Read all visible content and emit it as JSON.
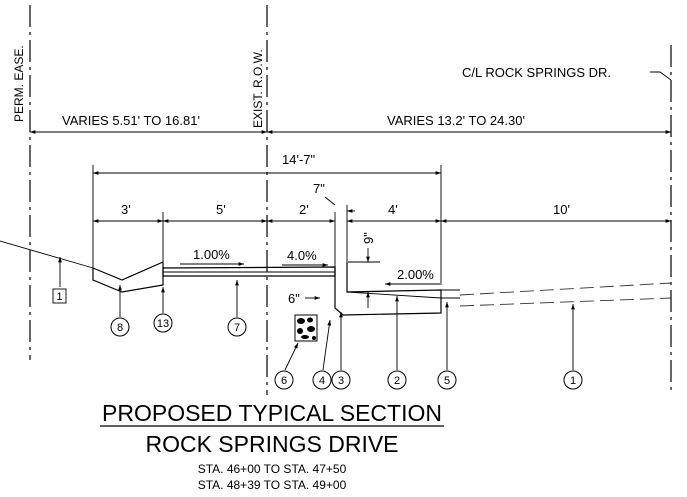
{
  "labels": {
    "perm_ease": "PERM. EASE.",
    "exist_row": "EXIST. R.O.W.",
    "centerline": "C/L ROCK SPRINGS DR.",
    "varies_left": "VARIES 5.51' TO 16.81'",
    "varies_right": "VARIES 13.2' TO 24.30'",
    "overall": "14'-7\"",
    "dim_3": "3'",
    "dim_5": "5'",
    "dim_2": "2'",
    "dim_7in": "7\"",
    "dim_4": "4'",
    "dim_10": "10'",
    "dim_9in": "9\"",
    "dim_6in": "6\"",
    "slope_1": "1.00%",
    "slope_2": "4.0%",
    "slope_3": "2.00%",
    "ref_box": "1"
  },
  "callouts": [
    "8",
    "13",
    "7",
    "6",
    "4",
    "3",
    "2",
    "5",
    "1"
  ],
  "title": {
    "line1": "PROPOSED TYPICAL SECTION",
    "line2": "ROCK SPRINGS DRIVE",
    "sta1": "STA. 46+00 TO STA. 47+50",
    "sta2": "STA. 48+39 TO STA. 49+00"
  }
}
